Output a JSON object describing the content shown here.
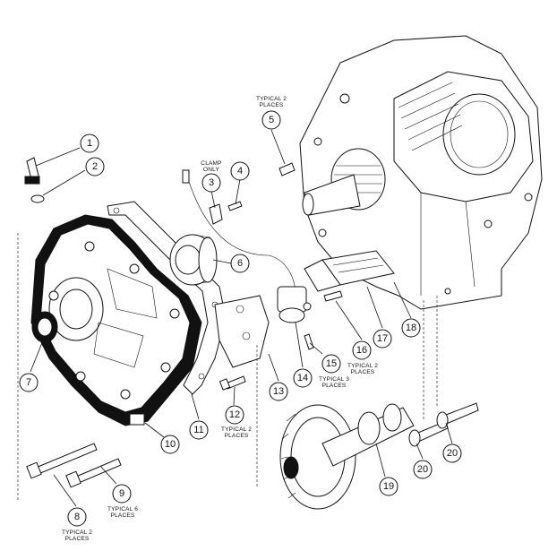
{
  "callouts": [
    {
      "id": "1",
      "label": "1"
    },
    {
      "id": "2",
      "label": "2"
    },
    {
      "id": "3",
      "label": "3"
    },
    {
      "id": "4",
      "label": "4"
    },
    {
      "id": "5",
      "label": "5"
    },
    {
      "id": "6",
      "label": "6"
    },
    {
      "id": "7",
      "label": "7"
    },
    {
      "id": "8",
      "label": "8"
    },
    {
      "id": "9",
      "label": "9"
    },
    {
      "id": "10",
      "label": "10"
    },
    {
      "id": "11",
      "label": "11"
    },
    {
      "id": "12",
      "label": "12"
    },
    {
      "id": "13",
      "label": "13"
    },
    {
      "id": "14",
      "label": "14"
    },
    {
      "id": "15",
      "label": "15"
    },
    {
      "id": "16",
      "label": "16"
    },
    {
      "id": "17",
      "label": "17"
    },
    {
      "id": "18",
      "label": "18"
    },
    {
      "id": "19",
      "label": "19"
    },
    {
      "id": "20a",
      "label": "20"
    },
    {
      "id": "20b",
      "label": "20"
    }
  ],
  "notes": {
    "clamp_only": [
      "CLAMP",
      "ONLY"
    ],
    "typical2_part5": [
      "TYPICAL 2",
      "PLACES"
    ],
    "typical2_part15": [
      "TYPICAL 2",
      "PLACES"
    ],
    "typical3_part14": [
      "TYPICAL 3",
      "PLACES"
    ],
    "typical2_part12": [
      "TYPICAL 2",
      "PLACES"
    ],
    "typical6_part9": [
      "TYPICAL 6",
      "PLACES"
    ],
    "typical2_part8": [
      "TYPICAL 2",
      "PLACES"
    ]
  }
}
